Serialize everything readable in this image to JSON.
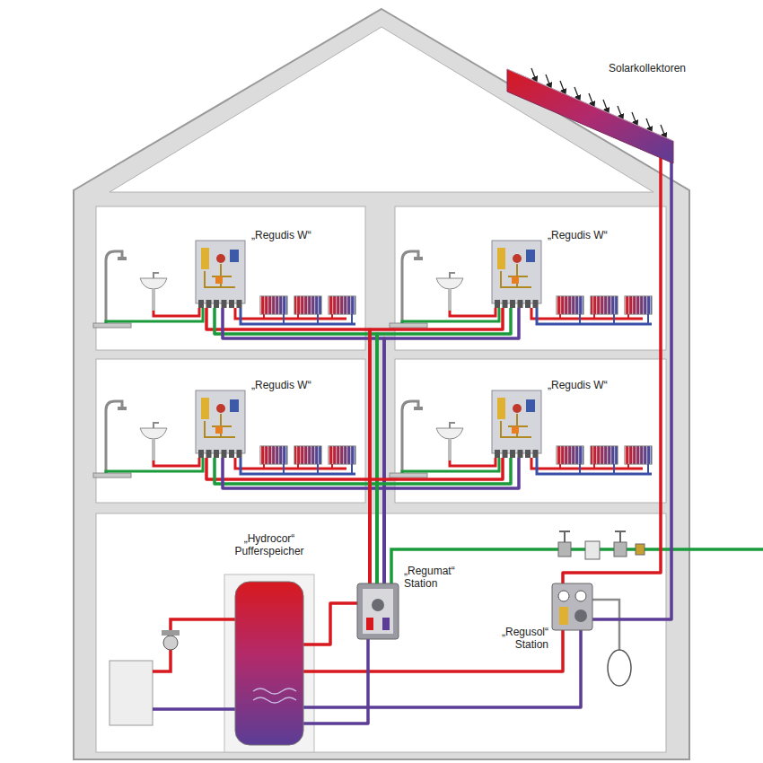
{
  "diagram": {
    "nodes": [
      {
        "text": [
          "Solarkollektoren"
        ]
      },
      {
        "text": [
          "„Regudis W“"
        ]
      },
      {
        "text": [
          "„Regudis W“"
        ]
      },
      {
        "text": [
          "„Regudis W“"
        ]
      },
      {
        "text": [
          "„Regudis W“"
        ]
      },
      {
        "text": [
          "„Hydrocor“ Pufferspeicher"
        ]
      },
      {
        "text": [
          "„Regumat“ Station"
        ]
      },
      {
        "text": [
          "„Regusol“ Station"
        ]
      }
    ],
    "edges": [
      {
        "from": 0,
        "to": 7,
        "arrow": "none"
      },
      {
        "from": 7,
        "to": 5,
        "arrow": "none"
      },
      {
        "from": 5,
        "to": 6,
        "arrow": "none"
      },
      {
        "from": 6,
        "to": 1,
        "arrow": "none"
      },
      {
        "from": 6,
        "to": 2,
        "arrow": "none"
      },
      {
        "from": 6,
        "to": 3,
        "arrow": "none"
      },
      {
        "from": 6,
        "to": 4,
        "arrow": "none"
      }
    ]
  }
}
